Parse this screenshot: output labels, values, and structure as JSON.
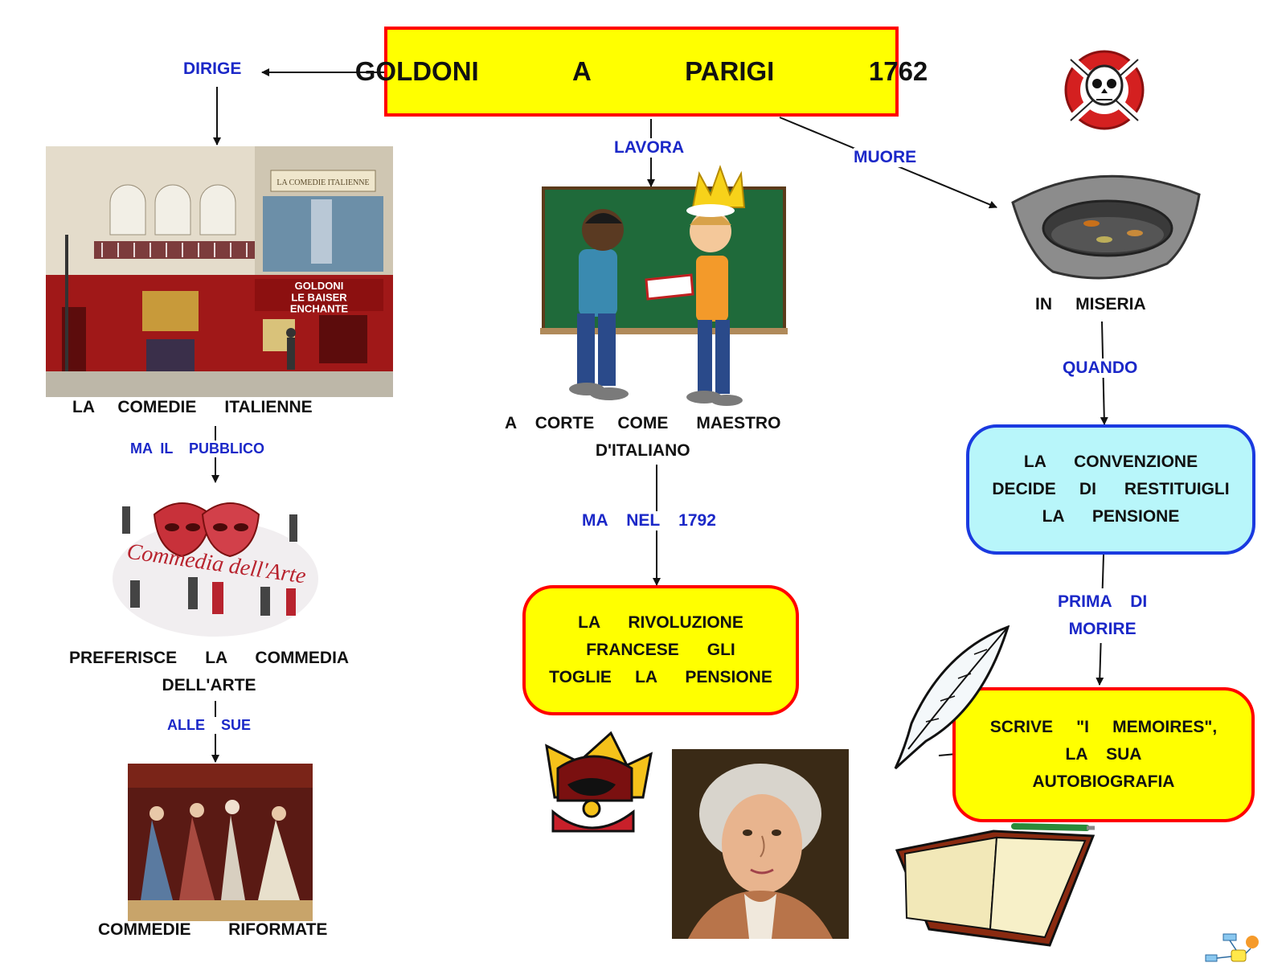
{
  "title": "GOLDONI   A   PARIGI   1762",
  "links": {
    "dirige": "DIRIGE",
    "lavora": "LAVORA",
    "muore": "MUORE",
    "ma_il_pubblico": "MA  IL    PUBBLICO",
    "ma_nel_1792": "MA    NEL    1792",
    "quando": "QUANDO",
    "prima_di_morire": "PRIMA    DI\nMORIRE",
    "alle_sue": "ALLE    SUE"
  },
  "nodes": {
    "comedie_italienne": "LA     COMEDIE      ITALIENNE",
    "a_corte": "A    CORTE     COME      MAESTRO\nD'ITALIANO",
    "in_miseria": "IN     MISERIA",
    "preferisce": "PREFERISCE      LA      COMMEDIA\nDELL'ARTE",
    "commedie_riformate": "COMMEDIE        RIFORMATE"
  },
  "boxes": {
    "rivoluzione": "LA      RIVOLUZIONE\nFRANCESE      GLI\nTOGLIE     LA      PENSIONE",
    "convenzione": "LA      CONVENZIONE\nDECIDE     DI      RESTITUIGLI\nLA      PENSIONE",
    "memoires": "SCRIVE     \"I     MEMOIRES\",\nLA    SUA\nAUTOBIOGRAFIA"
  },
  "images": {
    "theatre_sign_1": "LA COMEDIE ITALIENNE",
    "theatre_sign_2": "GOLDONI\nLE BAISER\nENCHANTE",
    "commedia_logo": "Commedia dell'Arte"
  },
  "colors": {
    "title_fill": "#ffff00",
    "title_border": "#ff0000",
    "link_text": "#1b28c8",
    "cyan_box_fill": "#b8f6fa",
    "cyan_box_border": "#1a3ae0"
  }
}
